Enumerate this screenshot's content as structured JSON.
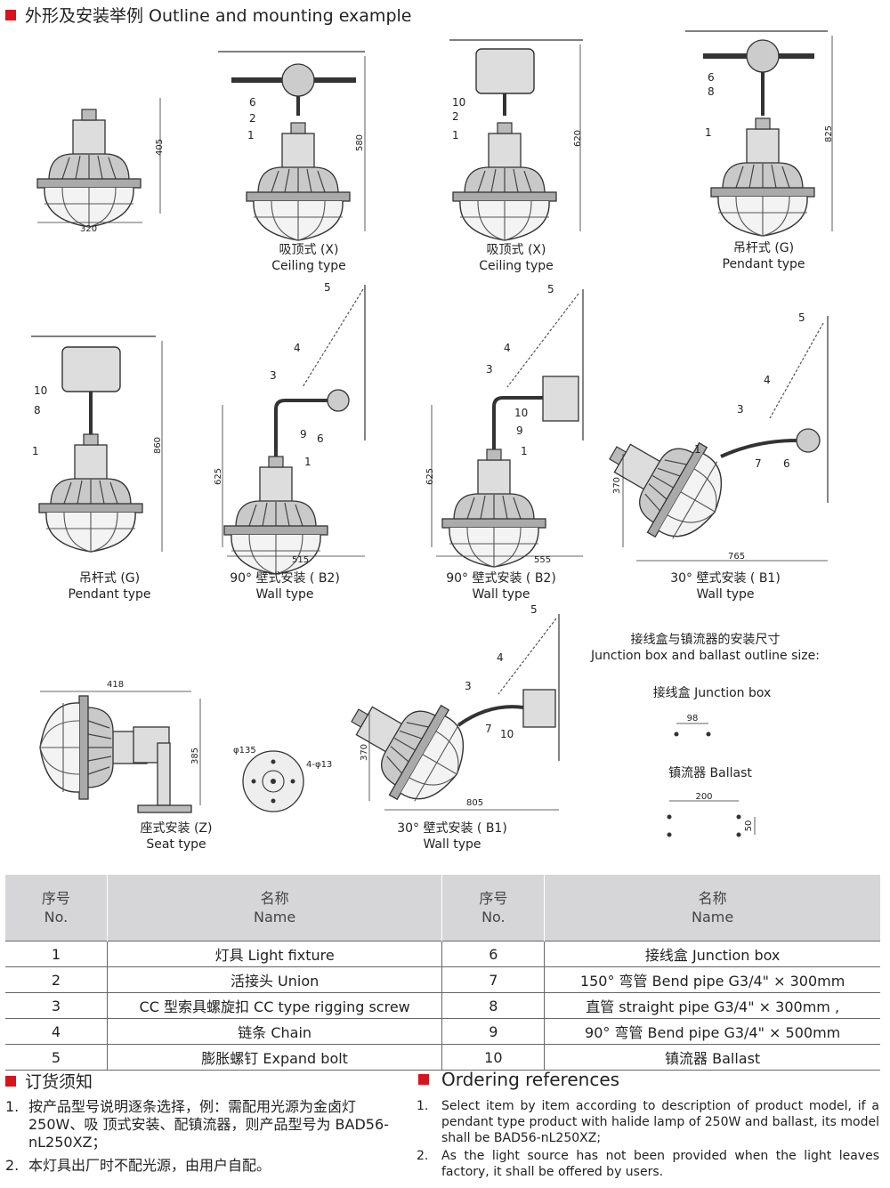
{
  "header": {
    "title": "外形及安装举例 Outline and mounting example"
  },
  "figures": {
    "f1": {
      "dim_h": "405",
      "dim_w": "320"
    },
    "f2": {
      "dim_h": "580",
      "cn": "吸顶式 (X)",
      "en": "Ceiling type",
      "callouts": [
        "6",
        "2",
        "1"
      ]
    },
    "f3": {
      "dim_h": "620",
      "cn": "吸顶式 (X)",
      "en": "Ceiling type",
      "callouts": [
        "10",
        "2",
        "1"
      ]
    },
    "f4": {
      "dim_h": "825",
      "cn": "吊杆式 (G)",
      "en": "Pendant type",
      "callouts": [
        "6",
        "8",
        "1"
      ]
    },
    "f5": {
      "dim_h": "860",
      "cn": "吊杆式 (G)",
      "en": "Pendant type",
      "callouts": [
        "10",
        "8",
        "1"
      ]
    },
    "f6": {
      "dim_h": "625",
      "dim_w": "515",
      "cn": "90°  壁式安装 ( B2)",
      "en": "Wall type",
      "callouts": [
        "5",
        "4",
        "3",
        "9",
        "6",
        "1"
      ]
    },
    "f7": {
      "dim_h": "625",
      "dim_w": "555",
      "cn": "90°  壁式安装 ( B2)",
      "en": "Wall type",
      "callouts": [
        "5",
        "4",
        "3",
        "10",
        "9",
        "1"
      ]
    },
    "f8": {
      "dim_h": "370",
      "dim_w": "765",
      "cn": "30°  壁式安装 ( B1)",
      "en": "Wall type",
      "callouts": [
        "5",
        "4",
        "3",
        "1",
        "7",
        "6"
      ]
    },
    "f9": {
      "dim_w": "418",
      "dim_h": "385",
      "cn": "座式安装 (Z)",
      "en": "Seat type"
    },
    "f10": {
      "dim_d": "φ135",
      "dim_holes": "4-φ13"
    },
    "f11": {
      "dim_h": "370",
      "dim_w": "805",
      "cn": "30°  壁式安装 ( B1)",
      "en": "Wall type",
      "callouts": [
        "5",
        "4",
        "3",
        "7",
        "10"
      ]
    }
  },
  "junction_info": {
    "title_cn": "接线盒与镇流器的安装尺寸",
    "title_en": "Junction box and ballast outline size:",
    "jbox_label": "接线盒 Junction box",
    "jbox_dim": "98",
    "ballast_label": "镇流器 Ballast",
    "ballast_w": "200",
    "ballast_h": "50"
  },
  "table": {
    "headers": [
      {
        "cn": "序号",
        "en": "No."
      },
      {
        "cn": "名称",
        "en": "Name"
      },
      {
        "cn": "序号",
        "en": "No."
      },
      {
        "cn": "名称",
        "en": "Name"
      }
    ],
    "rows": [
      {
        "no1": "1",
        "name1": "灯具 Light fixture",
        "no2": "6",
        "name2": "接线盒 Junction box"
      },
      {
        "no1": "2",
        "name1": "活接头 Union",
        "no2": "7",
        "name2": "150°  弯管 Bend pipe G3/4\" × 300mm"
      },
      {
        "no1": "3",
        "name1": "CC 型索具螺旋扣 CC type rigging screw",
        "no2": "8",
        "name2": "直管 straight pipe  G3/4\" × 300mm ,"
      },
      {
        "no1": "4",
        "name1": "链条 Chain",
        "no2": "9",
        "name2": "90°   弯管 Bend pipe G3/4\" × 500mm"
      },
      {
        "no1": "5",
        "name1": "膨胀螺钉 Expand bolt",
        "no2": "10",
        "name2": "镇流器 Ballast"
      }
    ]
  },
  "ordering_cn": {
    "title": "订货须知",
    "items": [
      {
        "num": "1.",
        "text": "按产品型号说明逐条选择，例：需配用光源为金卤灯 250W、吸 顶式安装、配镇流器，则产品型号为 BAD56-nL250XZ；"
      },
      {
        "num": "2.",
        "text": "本灯具出厂时不配光源，由用户自配。"
      }
    ]
  },
  "ordering_en": {
    "title": "Ordering references",
    "items": [
      {
        "num": "1.",
        "text": "Select item by item according to description of product model, if a pendant type product with halide lamp of 250W and ballast, its model shall be BAD56-nL250XZ;"
      },
      {
        "num": "2.",
        "text": "As the light source has not been provided when the light leaves factory, it shall be offered by users."
      }
    ]
  }
}
